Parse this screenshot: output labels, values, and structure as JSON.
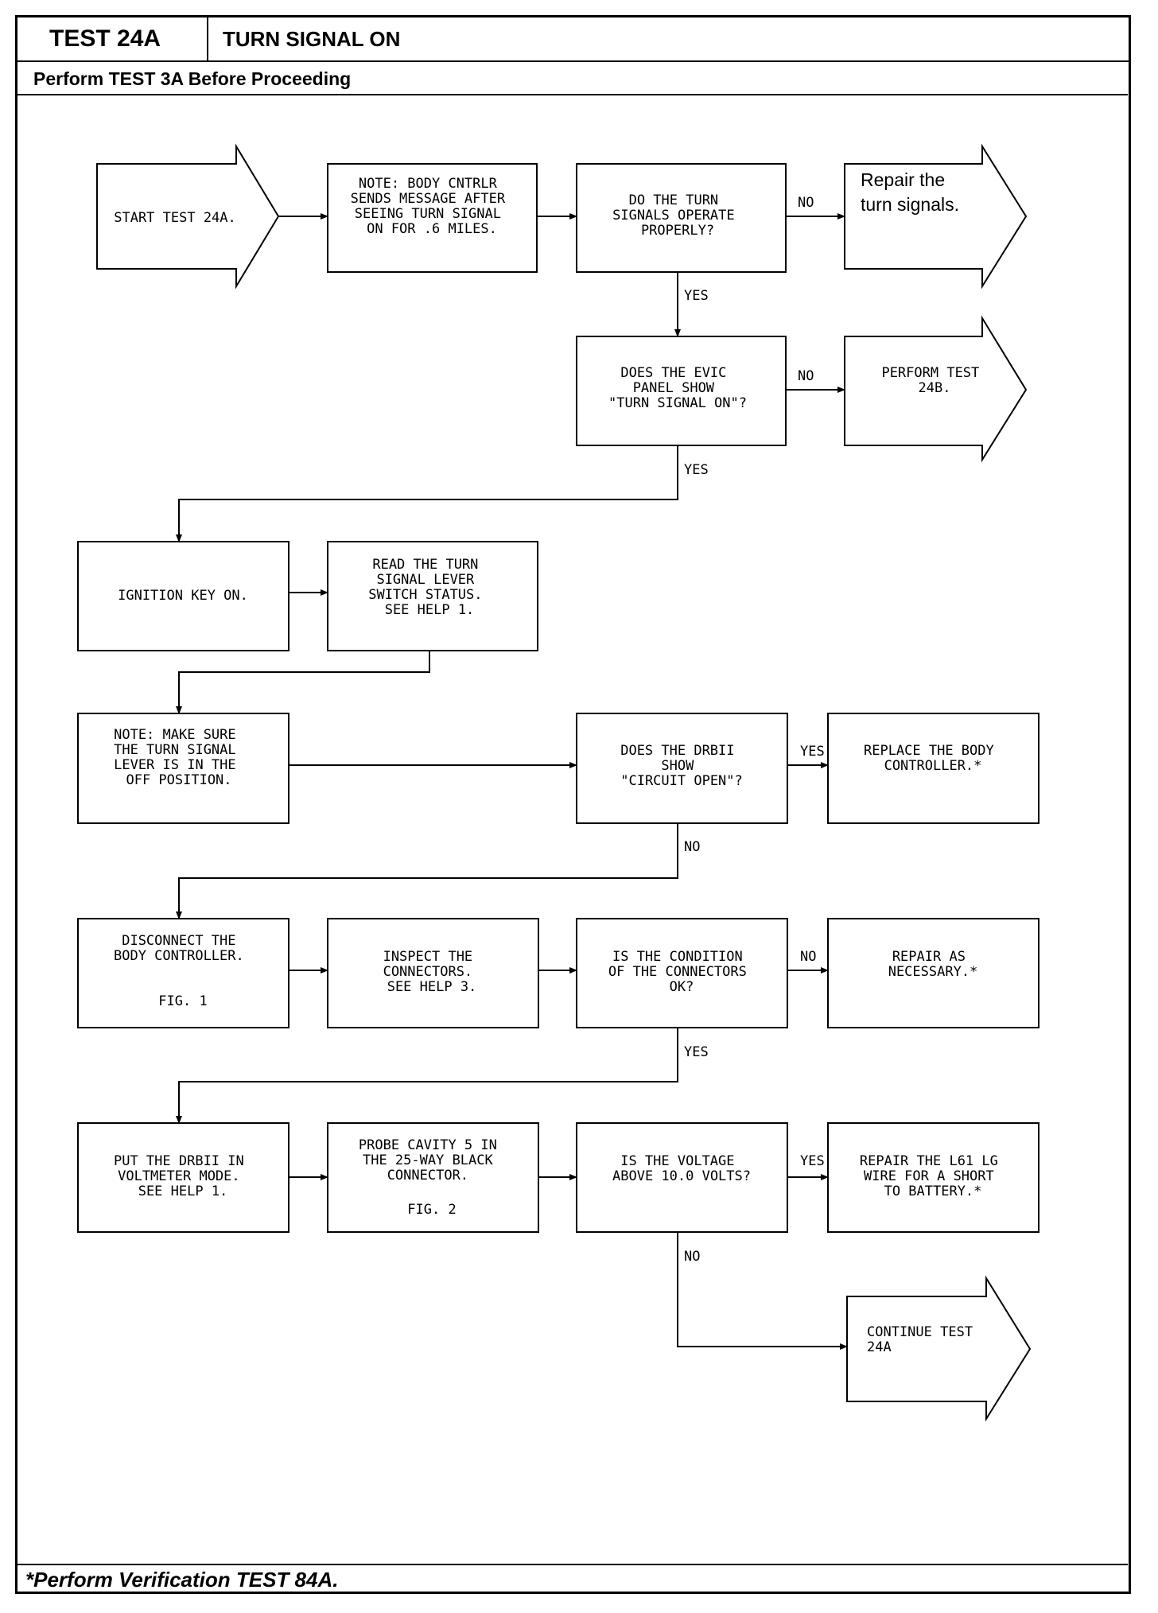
{
  "header": {
    "test_id": "TEST 24A",
    "title": "TURN SIGNAL ON",
    "prerequisite": "Perform TEST 3A Before Proceeding"
  },
  "footer": "*Perform Verification TEST 84A.",
  "nodes": {
    "start": [
      "START TEST 24A."
    ],
    "note_body": [
      "NOTE: BODY CNTRLR",
      "SENDS MESSAGE AFTER",
      "SEEING TURN SIGNAL",
      "ON FOR .6 MILES."
    ],
    "q_operate": [
      "DO THE TURN",
      "SIGNALS OPERATE",
      "PROPERLY?"
    ],
    "repair_signals": [
      "Repair the",
      "turn signals."
    ],
    "q_evic": [
      "DOES THE EVIC",
      "PANEL SHOW",
      "\"TURN SIGNAL ON\"?"
    ],
    "perform_24b": [
      "PERFORM TEST",
      "24B."
    ],
    "ignition": [
      "IGNITION KEY ON."
    ],
    "read_lever": [
      "READ THE TURN",
      "SIGNAL LEVER",
      "SWITCH STATUS.",
      "SEE HELP 1."
    ],
    "note_lever": [
      "NOTE: MAKE SURE",
      "THE TURN SIGNAL",
      "LEVER IS IN THE",
      "OFF POSITION."
    ],
    "q_circuit": [
      "DOES THE DRBII",
      "SHOW",
      "\"CIRCUIT OPEN\"?"
    ],
    "replace_body": [
      "REPLACE THE BODY",
      "CONTROLLER.*"
    ],
    "disconnect": [
      "DISCONNECT THE",
      "BODY CONTROLLER.",
      "",
      "FIG. 1"
    ],
    "inspect": [
      "INSPECT THE",
      "CONNECTORS.",
      "SEE HELP 3."
    ],
    "q_condition": [
      "IS THE CONDITION",
      "OF THE CONNECTORS",
      "OK?"
    ],
    "repair_nec": [
      "REPAIR AS",
      "NECESSARY.*"
    ],
    "voltmeter": [
      "PUT THE DRBII IN",
      "VOLTMETER MODE.",
      "SEE HELP 1."
    ],
    "probe": [
      "PROBE CAVITY 5 IN",
      "THE 25-WAY BLACK",
      "CONNECTOR.",
      "",
      "FIG. 2"
    ],
    "q_voltage": [
      "IS THE VOLTAGE",
      "ABOVE 10.0 VOLTS?"
    ],
    "repair_l61": [
      "REPAIR THE L61 LG",
      "WIRE FOR A SHORT",
      "TO BATTERY.*"
    ],
    "continue": [
      "CONTINUE TEST",
      "24A"
    ]
  },
  "edge_labels": {
    "no_1": "NO",
    "yes_1": "YES",
    "no_2": "NO",
    "yes_2": "YES",
    "yes_3": "YES",
    "no_3": "NO",
    "no_4": "NO",
    "yes_4": "YES",
    "yes_5": "YES",
    "no_5": "NO"
  }
}
